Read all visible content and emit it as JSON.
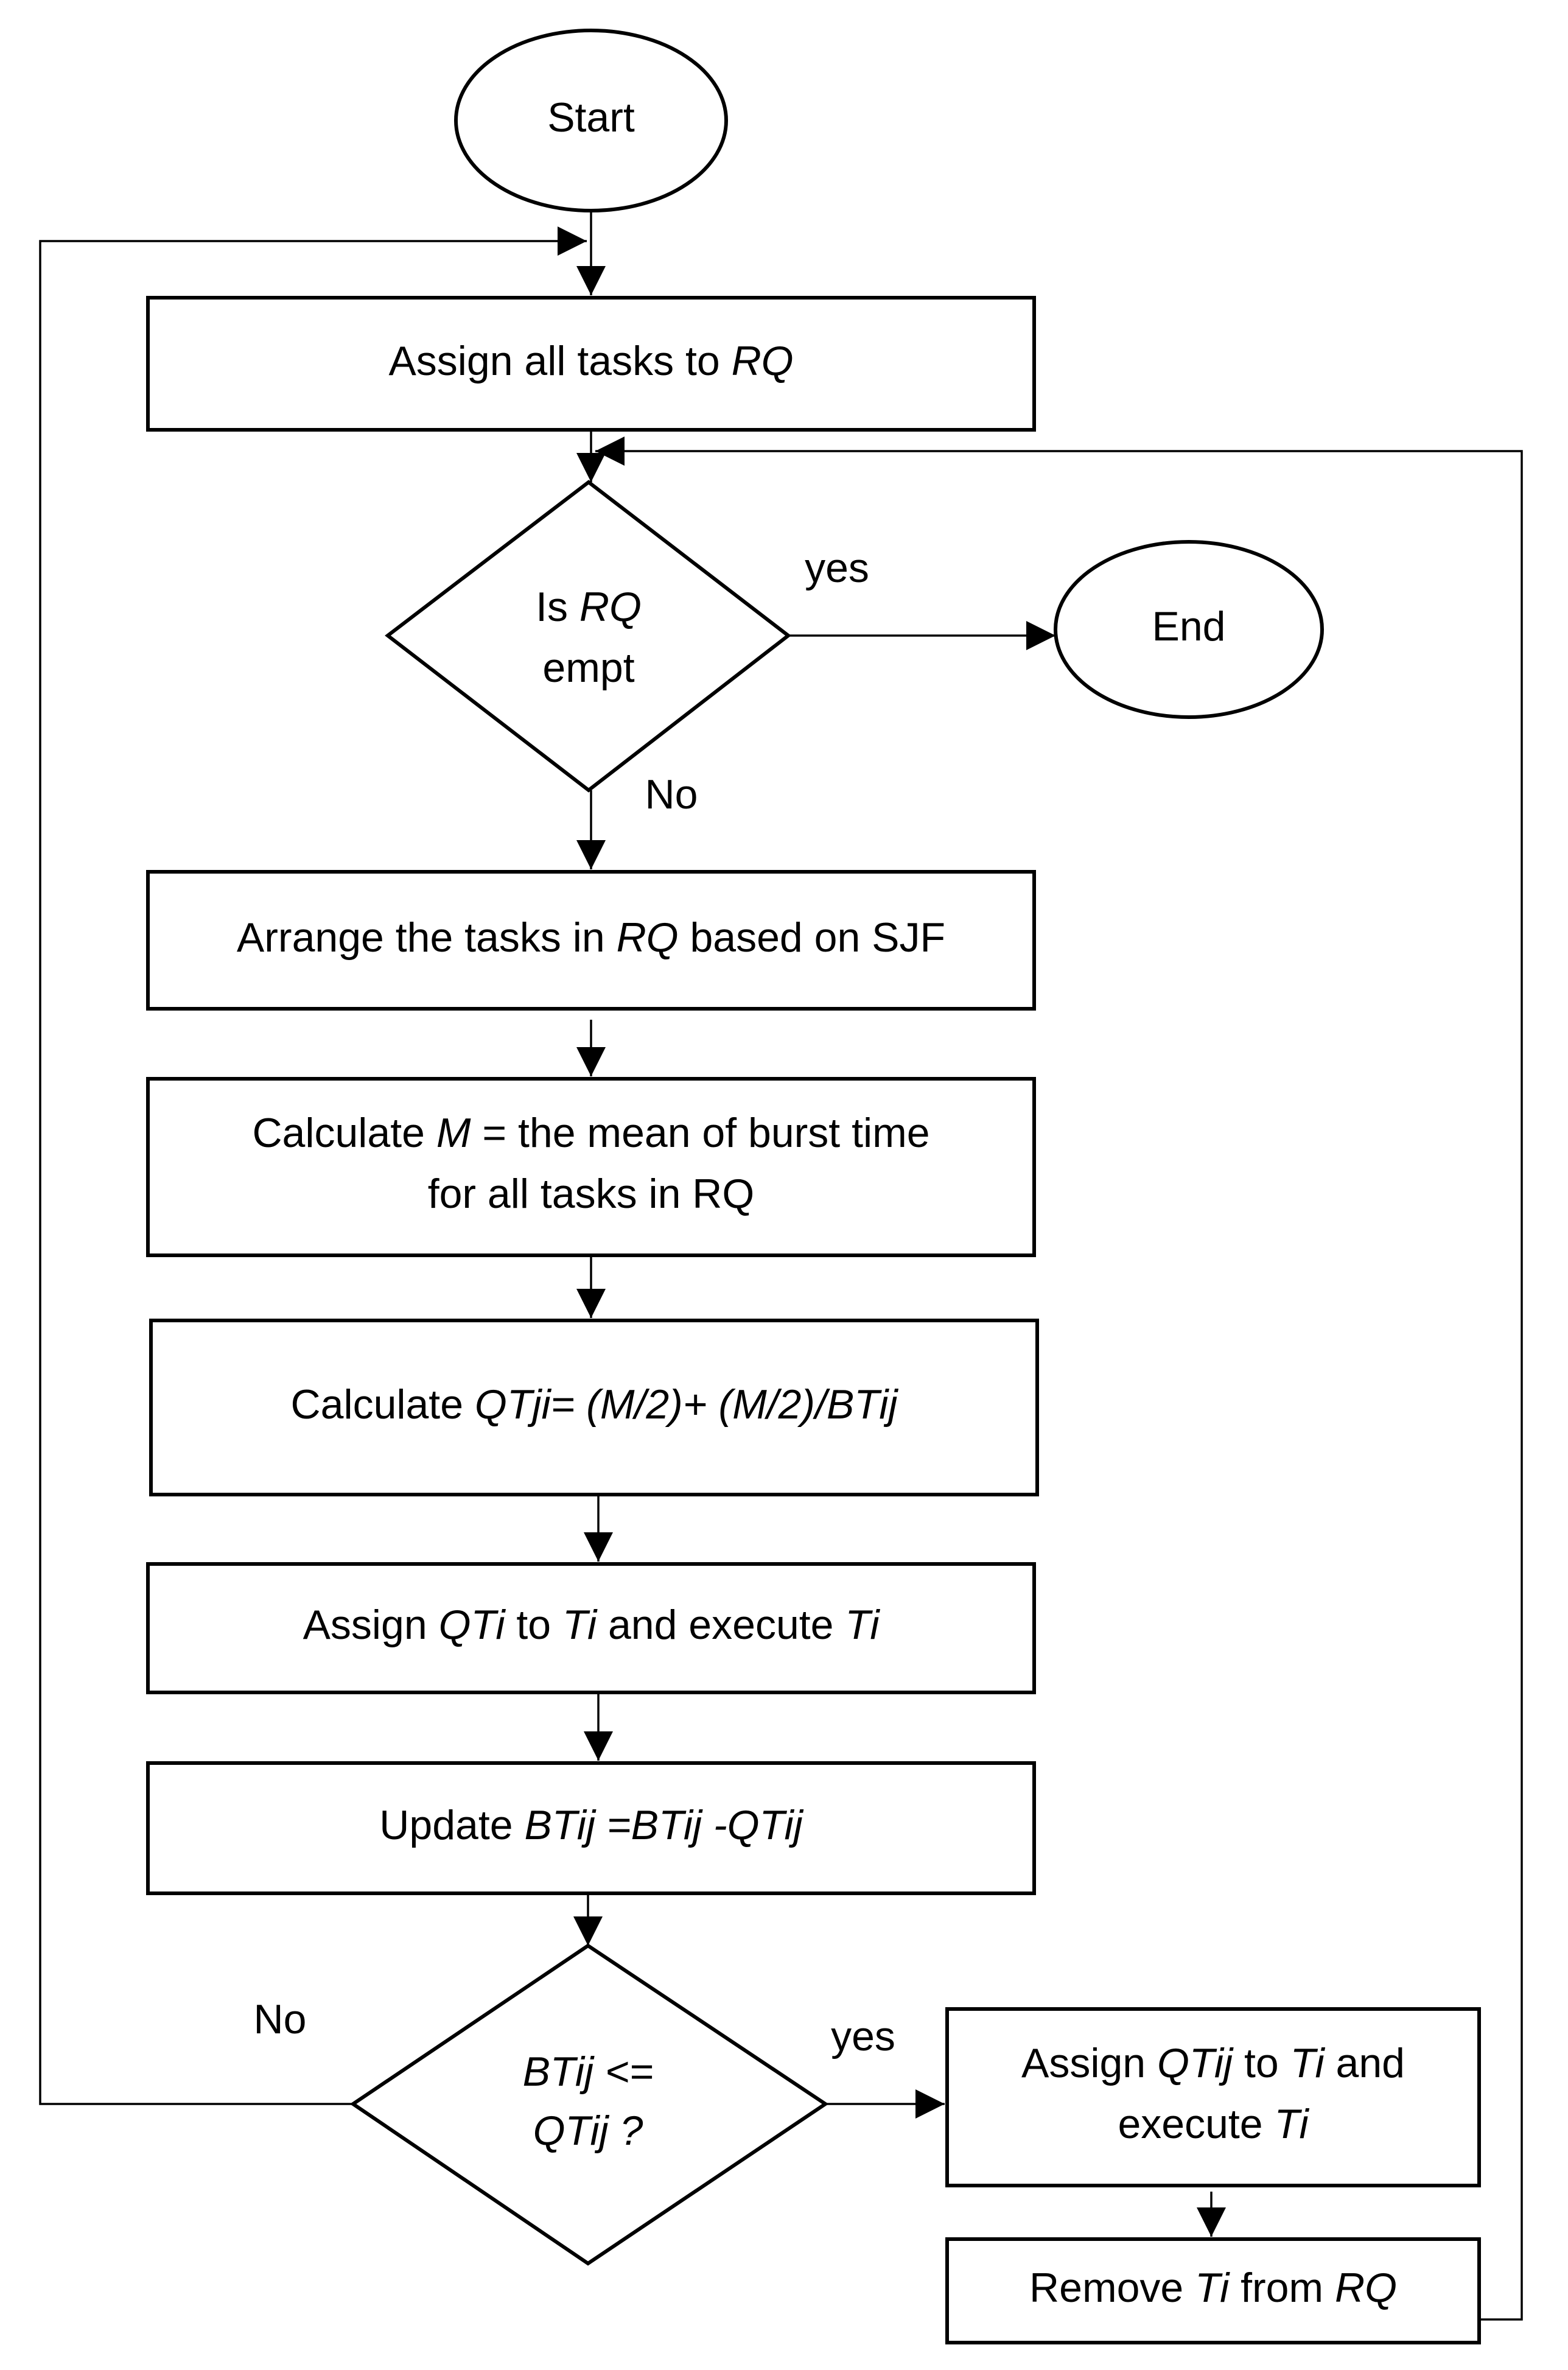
{
  "nodes": {
    "start": {
      "text": "Start"
    },
    "assign_rq": {
      "parts": [
        {
          "t": "Assign all tasks to "
        },
        {
          "t": "RQ",
          "i": true
        }
      ]
    },
    "is_empty": {
      "line1": [
        {
          "t": "Is "
        },
        {
          "t": "RQ",
          "i": true
        }
      ],
      "line2": [
        {
          "t": "empt"
        }
      ]
    },
    "end": {
      "text": "End"
    },
    "arrange": {
      "parts": [
        {
          "t": "Arrange the tasks in "
        },
        {
          "t": "RQ",
          "i": true
        },
        {
          "t": " based on SJF"
        }
      ]
    },
    "calc_mean": {
      "line1": [
        {
          "t": "Calculate "
        },
        {
          "t": "M",
          "i": true
        },
        {
          "t": " = the mean of burst time"
        }
      ],
      "line2": [
        {
          "t": "for all tasks in RQ"
        }
      ]
    },
    "calc_qt": {
      "parts": [
        {
          "t": "Calculate "
        },
        {
          "t": "QTji= (M/2)+ (M/2)/BTij",
          "i": true
        }
      ]
    },
    "assign_qt": {
      "parts": [
        {
          "t": "Assign "
        },
        {
          "t": "QTi",
          "i": true
        },
        {
          "t": " to "
        },
        {
          "t": "Ti",
          "i": true
        },
        {
          "t": " and execute "
        },
        {
          "t": "Ti",
          "i": true
        }
      ]
    },
    "update": {
      "parts": [
        {
          "t": "Update "
        },
        {
          "t": "BTij =BTij -QTij",
          "i": true
        }
      ]
    },
    "check_bt": {
      "line1": [
        {
          "t": "BTij <=",
          "i": true
        }
      ],
      "line2": [
        {
          "t": "QTij ?",
          "i": true
        }
      ]
    },
    "assign_qtij": {
      "line1": [
        {
          "t": "Assign "
        },
        {
          "t": "QTij",
          "i": true
        },
        {
          "t": " to "
        },
        {
          "t": "Ti",
          "i": true
        },
        {
          "t": " and"
        }
      ],
      "line2": [
        {
          "t": "execute "
        },
        {
          "t": "Ti",
          "i": true
        }
      ]
    },
    "remove": {
      "parts": [
        {
          "t": "Remove "
        },
        {
          "t": "Ti",
          "i": true
        },
        {
          "t": " from "
        },
        {
          "t": "RQ",
          "i": true
        }
      ]
    }
  },
  "edge_labels": {
    "empty_yes": "yes",
    "empty_no": "No",
    "check_no": "No",
    "check_yes": "yes"
  }
}
